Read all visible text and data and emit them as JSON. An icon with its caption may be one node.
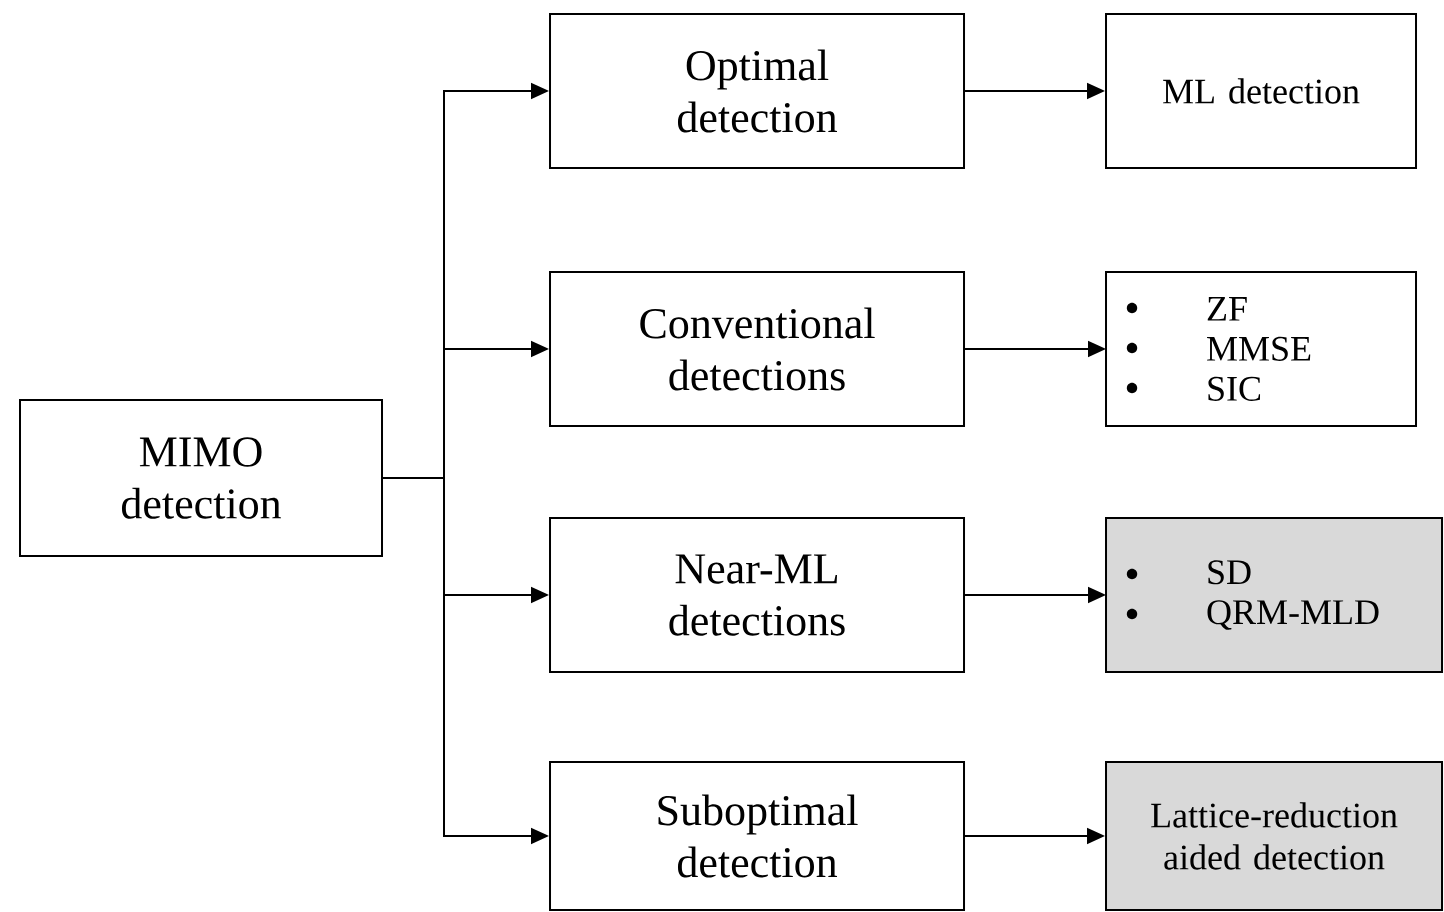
{
  "diagram": {
    "nodes": [
      {
        "text": [
          "MIMO detection"
        ]
      },
      {
        "text": [
          "Optimal detection"
        ]
      },
      {
        "text": [
          "ML detection"
        ]
      },
      {
        "text": [
          "Conventional detections"
        ]
      },
      {
        "text": [
          "ZF",
          "MMSE",
          "SIC"
        ]
      },
      {
        "text": [
          "Near-ML detections"
        ]
      },
      {
        "text": [
          "SD",
          "QRM-MLD"
        ]
      },
      {
        "text": [
          "Suboptimal detection"
        ]
      },
      {
        "text": [
          "Lattice-reduction aided detection"
        ]
      }
    ],
    "edges": [
      {
        "from": 0,
        "to": 1,
        "arrow": "to"
      },
      {
        "from": 0,
        "to": 3,
        "arrow": "to"
      },
      {
        "from": 0,
        "to": 5,
        "arrow": "to"
      },
      {
        "from": 0,
        "to": 7,
        "arrow": "to"
      },
      {
        "from": 1,
        "to": 2,
        "arrow": "to"
      },
      {
        "from": 3,
        "to": 4,
        "arrow": "to"
      },
      {
        "from": 5,
        "to": 6,
        "arrow": "to"
      },
      {
        "from": 7,
        "to": 8,
        "arrow": "to"
      }
    ]
  }
}
